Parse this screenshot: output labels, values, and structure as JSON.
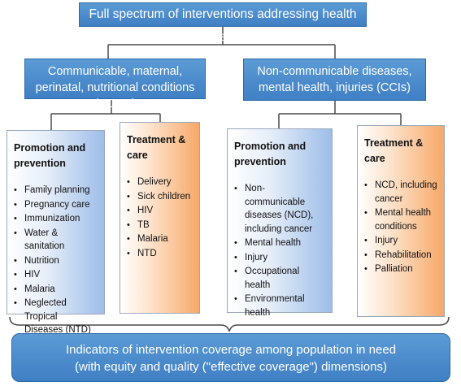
{
  "top": {
    "title": "Full spectrum of interventions addressing health needs"
  },
  "left_group": {
    "title": "Communicable, maternal, perinatal, nutritional conditions (MDGs)"
  },
  "right_group": {
    "title": "Non-communicable diseases, mental health, injuries (CCIs)"
  },
  "columns": [
    {
      "heading": "Promotion and prevention",
      "items": [
        "Family planning",
        "Pregnancy care",
        "Immunization",
        "Water & sanitation",
        "Nutrition",
        "HIV",
        "Malaria",
        "Neglected Tropical Diseases (NTD)"
      ]
    },
    {
      "heading": "Treatment & care",
      "items": [
        "Delivery",
        "Sick children",
        "HIV",
        "TB",
        "Malaria",
        "NTD"
      ]
    },
    {
      "heading": "Promotion and prevention",
      "items": [
        "Non-communicable diseases (NCD), including cancer",
        "Mental health",
        "Injury",
        "Occupational health",
        "Environmental health"
      ]
    },
    {
      "heading": "Treatment & care",
      "items": [
        "NCD, including cancer",
        "Mental health conditions",
        "Injury",
        "Rehabilitation",
        "Palliation"
      ]
    }
  ],
  "bottom": {
    "line1": "Indicators of intervention coverage among population in need",
    "line2": "(with equity and quality (\"effective coverage\") dimensions)"
  }
}
